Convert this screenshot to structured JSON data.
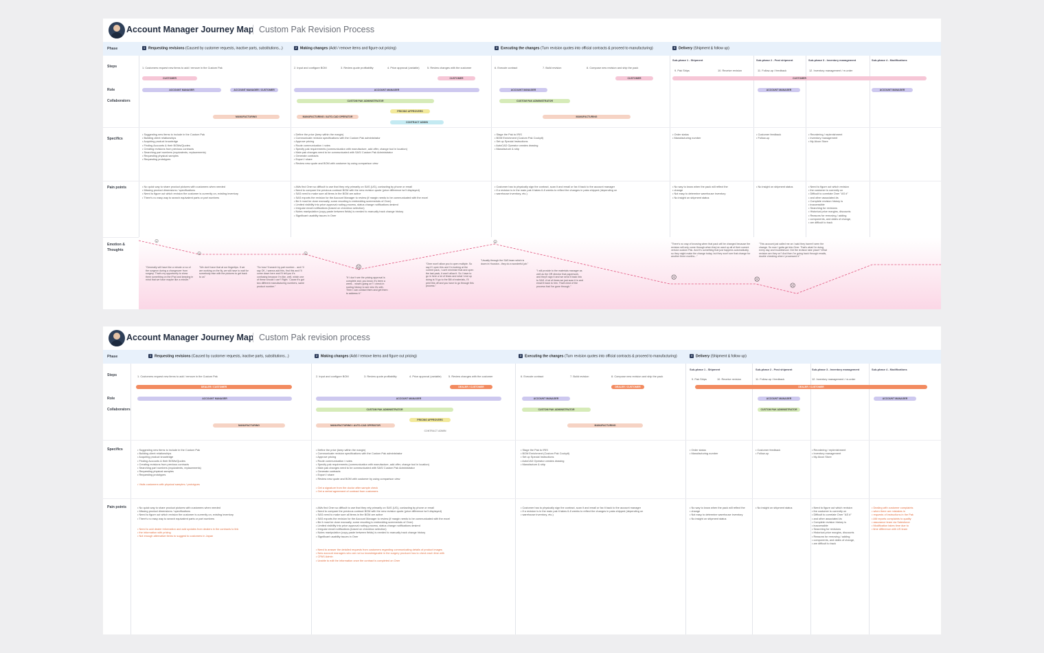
{
  "board1": {
    "title": "Account Manager Journey Map",
    "subtitle": "Custom Pak Revision Process",
    "labels": {
      "phase": "Phase",
      "steps": "Steps",
      "role": "Role",
      "collab": "Collaborators",
      "specifics": "Specifics",
      "pain": "Pain points",
      "emotion": "Emotion &",
      "thoughts": "Thoughts"
    },
    "phases": [
      {
        "n": "1",
        "name": "Requesting revisions",
        "desc": "(Caused by customer requests, inactive parts, substitutions...)"
      },
      {
        "n": "2",
        "name": "Making changes",
        "desc": "(Add / remove items and figure out pricing)"
      },
      {
        "n": "3",
        "name": "Executing the changes",
        "desc": "(Turn revision quotes into official contracts & proceed to manufacturing)"
      },
      {
        "n": "4",
        "name": "Delivery",
        "desc": "(Shipment & follow up)"
      }
    ],
    "subphases": [
      "Sub-phase 1 - Shipment",
      "Sub-phase 2 - Post shipment",
      "Sub-phase 3 - Inventory management",
      "Sub-phase 4 - Modifications"
    ],
    "steps": [
      "1. Customers request new items to add / remove in the Custom Pak",
      "2. Input and configure BOM",
      "3. Review quote profitability",
      "4. Price approval (variable)",
      "5. Review changes with the customer",
      "6. Execute contract",
      "7. Build revision",
      "8. Compose new revision and ship the pack",
      "9. Pak Ships",
      "10. Receive revision",
      "11. Follow-up / feedback",
      "12. Inventory management / re-order"
    ],
    "roles": {
      "customer": "CUSTOMER",
      "am": "ACCOUNT MANAGER",
      "amc": "ACCOUNT MANAGER / CUSTOMER",
      "cpa": "CUSTOM PAK ADMINISTRATOR",
      "mfg": "MANUFACTURING",
      "mfgauto": "MANUFACTURING / AUTO-CAD OPERATOR",
      "pa": "PRICING APPROVERS",
      "ca": "CONTRACT ADMIN"
    },
    "specifics": [
      [
        "Suggesting new items to include in the Custom Pak",
        "Building client relationships",
        "Acquiring product knowledge",
        "Finding Accounts & their BOMs/Quotes",
        "Creating revisions from previous contracts",
        "Searching part numbers (equivalents, replacements)",
        "Requesting physical samples",
        "Requesting prototypes"
      ],
      [
        "Define the price (keep within the margin)",
        "Communicate revision specifications with the Custom Pak administrator",
        "Approve pricing",
        "Route communication / notes",
        "Specify pak requirements (communication with manufacture, add offer, change tool in location)",
        "Main pak changes need to be communicated with SAS/ Custom Pak Administrator",
        "Generate contracts",
        "Export / share",
        "Review new quote and BOM with customer by using comparison view"
      ],
      [
        "Stage the Pak to IRIS",
        "BOM Enrichment (Custom Pak Cockpit)",
        "Set up Special Instructions",
        "AutoCAD Operator creates drawing",
        "Manufacture & ship"
      ],
      [
        "Order status",
        "Manufacturing number"
      ],
      [
        "Customer feedback",
        "Follow-up"
      ],
      [
        "Reordering / replenishment",
        "Inventory management",
        "My Alcon Store"
      ]
    ],
    "pains": [
      [
        "No quick way to share product pictures with customers when needed",
        "Missing product dimensions / specifications",
        "Need to figure out which revision the customer is currently on, existing inventory",
        "There's no easy way to search equivalent parts or part numbers"
      ],
      [
        "AMs find Oner so difficult to use that they rely primarily on SAS (UG), contacting by phone or email",
        "Need to compare the previous contract BOM with the new revision quote (price difference isn't displayed)",
        "SAS need to make sure all items in the BOM are active",
        "SAS exports the revision for the Account Manager to review (if margin needs to be communicated with the excel",
        "file it must be done manually, some resorting to embedding screenshots of Oner)",
        "Limited visibility into price approval routing process, status change notifications desired",
        "Irregular email notifications (based on checkbox selection)",
        "Notes manipulation (copy-paste between fields) is needed to manually track change history",
        "Significant usability issues in Oner"
      ],
      [
        "Customer has to physically sign the contract, scan it and email or fax it back to the account manager",
        "If a revision is in the main pak it takes 6-8 weeks to reflect the changes in paks shipped (depending on",
        "warehouse inventory, etc.)"
      ],
      [
        "No way to know when the pack will reflect the",
        "change",
        "Not easy to determine warehouse inventory",
        "No insight on shipment status"
      ],
      [
        "No insight on shipment status"
      ],
      [
        "Need to figure out which revision",
        "the customer is currently on",
        "Difficult to correlate Oner \"AS #\"",
        "and other associated #s",
        "Complete revision history is",
        "inaccessible",
        "Searching for revisions",
        "Historical price margins, discounts",
        "Reasons for removing / adding",
        "components, and dates of change,",
        "are difficult to track"
      ]
    ],
    "quotes": [
      "\"Generally will have like a minute or so of the surgeon during a changeover from surgery. That's my opportunity to show them something on the iPad and keeping in mind that we have maybe like a minute.\"",
      "\"We don't have that at our fingertips. If we are working on the fly, we will have to wait for somebody else with the pictures to get back to us\"",
      "\"So how I'll search by part number... and I'll say OK, I wanna add this, find this and I'll come down here and I'll tell you it's confusing because I'm like, well, which one of these should I use? Right. 'Cause it's got two different manufacturing numbers, same product number.\"",
      "\"If I don't see the pricing approval is complete and, you know, it's been a week... what's going on? I check in routing history to see who it's with. Then I can contact them and get them to address it.\"",
      "\"Oner won't allow you to open multiple. So say if I open this and I'm looking at the current pack, I can't minimize that and open the last pack, it won't allow it. So I have to go in here a lot of times and what I end up doing is I'll go to the Bill of materials, I'll print this off and you have to go through this process.\"",
      "\"Usually through the SAS team which is down in Houston...they do a wonderful job.\"",
      "\"I will provide to the materials manager as well as the OR director that paperwork, and they'll sign it and we send it back into to SAS. A lot of times we just scan it in and email it back to him. That's kind of the process that I've gone through.\"",
      "\"There's no way of knowing when that pack will be changed because the revision will only come through when they've used up all of their current version custom Pak. And it's something that just happens automatically, so they might make the change today, but they won't see that change for another three months...\"",
      "\"This account just called me an I said they haven't seen the change. So now I gotta get into Oner. That's what I'm doing every day and troubleshoot. Did the revision take place? What revision are they on? And then I'm going back through emails, double checking when I processed it.\""
    ]
  },
  "board2": {
    "title": "Account Manager Journey Map",
    "subtitle": "Custom Pak revision process",
    "roles": {
      "dealer": "DEALER / CUSTOMER",
      "am": "ACCOUNT MANAGER",
      "cpa": "CUSTOM PAK ADMINISTRATOR",
      "mfg": "MANUFACTURING",
      "mfgauto": "MANUFACTURING / AUTO-CAD OPERATOR",
      "pa": "PRICING APPROVERS",
      "ca": "CONTRACT ADMIN"
    },
    "specifics_extra": [
      [
        "Visits customers with physical samples / prototypes"
      ],
      [
        "Get a signature from the doctor after sample check",
        "Get a verbal agreement of contract from customers"
      ]
    ],
    "pains_extra": [
      [
        "Need to add dealer information and add updates from dealers in the contracts to link",
        "the information with pricing",
        "Not enough alternative items to suggest to customers in Japan"
      ],
      [
        "Need to answer the detailed requests from customers regarding communicating details of product images",
        "New account managers who are not so knowledgeable in the surgery producer has to check each time with",
        "CPAS Admin",
        "Unable to edit the information once the contract is completed on Oner"
      ],
      [],
      [],
      [],
      [
        "Dealing with customer complaints",
        "when there are mistakes in",
        "requests of instructions in the Pak",
        "AM reports complaints to quality",
        "assurance team via Salesforce",
        "Modification takes time due to",
        "time difference with US team"
      ]
    ]
  }
}
